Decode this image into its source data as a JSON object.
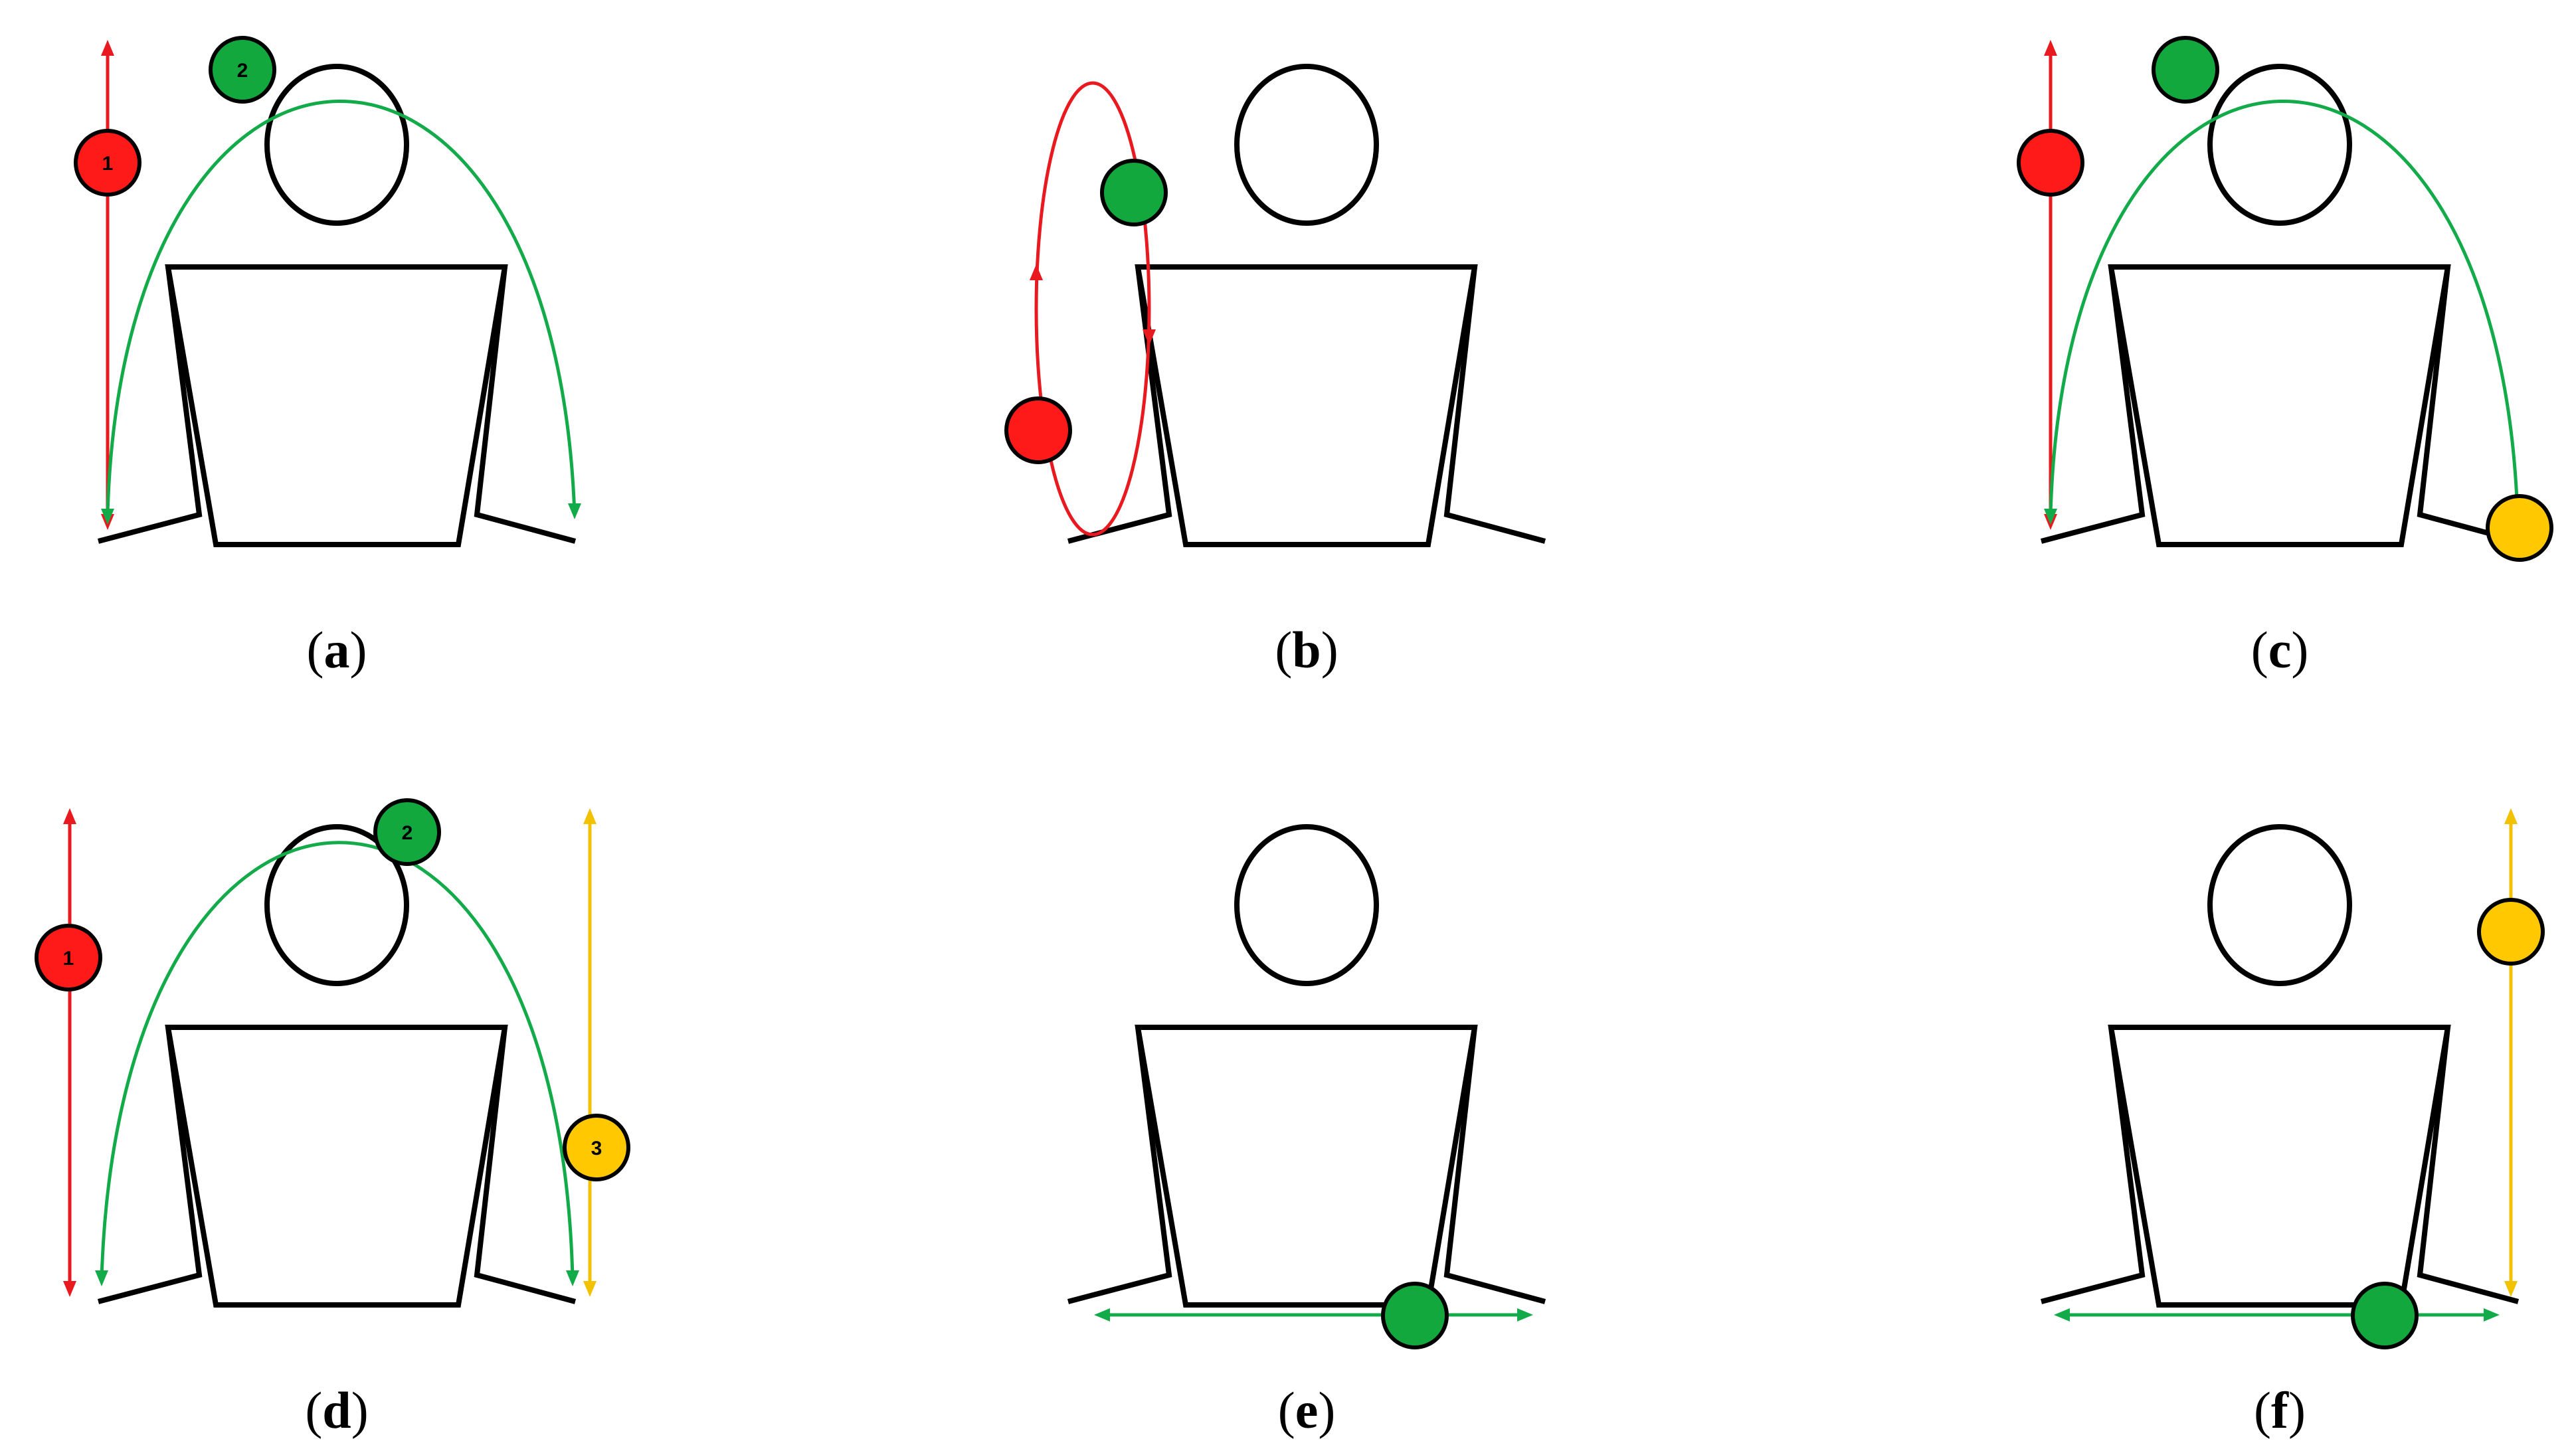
{
  "colors": {
    "red": "#ff1a1a",
    "green": "#12a83e",
    "yellow": "#ffc800",
    "path_red": "#e8191f",
    "path_green": "#13ab4a",
    "path_yellow": "#f2c200",
    "outline": "#000000"
  },
  "panels": [
    {
      "id": "a",
      "caption": {
        "open": "(",
        "letter": "a",
        "close": ")"
      },
      "ball_labels": {
        "red": "1",
        "green": "2"
      }
    },
    {
      "id": "b",
      "caption": {
        "open": "(",
        "letter": "b",
        "close": ")"
      }
    },
    {
      "id": "c",
      "caption": {
        "open": "(",
        "letter": "c",
        "close": ")"
      }
    },
    {
      "id": "d",
      "caption": {
        "open": "(",
        "letter": "d",
        "close": ")"
      },
      "ball_labels": {
        "red": "1",
        "green": "2",
        "yellow": "3"
      }
    },
    {
      "id": "e",
      "caption": {
        "open": "(",
        "letter": "e",
        "close": ")"
      }
    },
    {
      "id": "f",
      "caption": {
        "open": "(",
        "letter": "f",
        "close": ")"
      }
    }
  ]
}
